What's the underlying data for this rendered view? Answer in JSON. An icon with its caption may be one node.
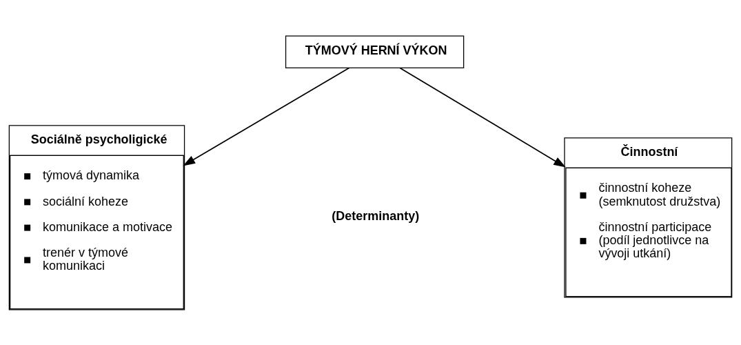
{
  "diagram": {
    "nodes": [
      {
        "text": [
          "TÝMOVÝ HERNÍ VÝKON"
        ]
      },
      {
        "text": [
          "Sociálně psycholigické",
          "týmová dynamika",
          "sociální koheze",
          "komunikace a motivace",
          "trenér v týmové komunikaci"
        ]
      },
      {
        "text": [
          "Činnostní",
          "činnostní koheze (semknutost družstva)",
          "činnostní participace (podíl jednotlivce na vývoji utkání)"
        ]
      }
    ],
    "edges": [
      {
        "from": 0,
        "to": 1,
        "arrow": "to"
      },
      {
        "from": 0,
        "to": 2,
        "arrow": "to"
      }
    ],
    "labels": [
      "(Determinanty)"
    ]
  }
}
